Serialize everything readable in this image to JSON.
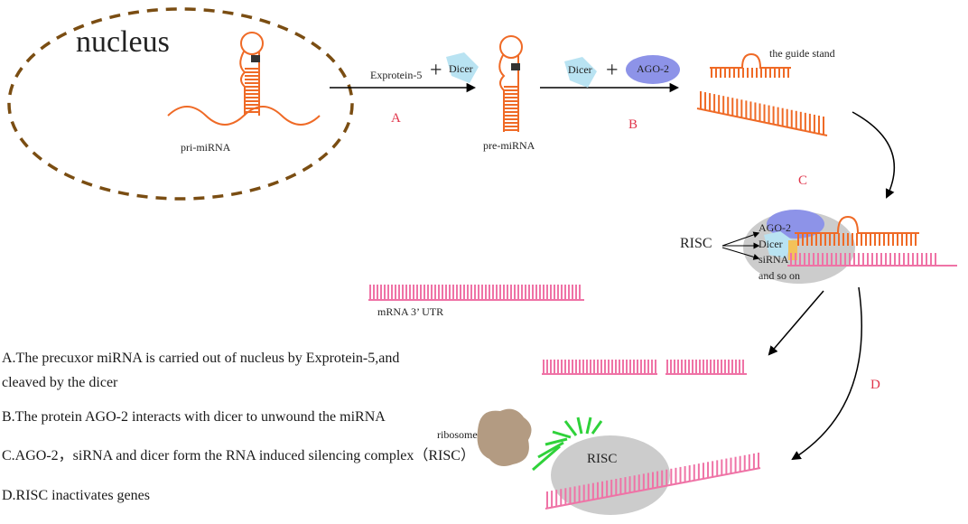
{
  "nucleus": {
    "label": "nucleus"
  },
  "pri_mirna": {
    "label": "pri-miRNA"
  },
  "step_a": {
    "protein_label": "Exprotein-5",
    "plus": "+",
    "dicer_label": "Dicer",
    "letter": "A"
  },
  "pre_mirna": {
    "label": "pre-miRNA"
  },
  "step_b": {
    "dicer_label": "Dicer",
    "plus": "+",
    "ago_label": "AGO-2",
    "letter": "B"
  },
  "guide": {
    "label": "the guide stand"
  },
  "step_c": {
    "letter": "C"
  },
  "risc_complex": {
    "label": "RISC",
    "ago_label": "AGO-2",
    "dicer_label": "Dicer",
    "sirna_label": "siRNA",
    "more_label": "and so on"
  },
  "mrna": {
    "label": "mRNA 3’ UTR"
  },
  "step_d": {
    "letter": "D"
  },
  "ribosome": {
    "label": "ribosome"
  },
  "risc_bottom": {
    "label": "RISC"
  },
  "notes": [
    "A.The precuxor miRNA is carried out of nucleus by Exprotein-5,and",
    "cleaved by  the dicer",
    "B.The protein AGO-2 interacts with dicer to unwound the miRNA",
    "C.AGO-2，siRNA and dicer form the RNA induced silencing complex（RISC）",
    "D.RISC inactivates genes"
  ],
  "colors": {
    "rna_orange": "#ef6a26",
    "mrna_pink": "#ef73a6",
    "dicer_blue": "#b9e3f2",
    "ago_purple": "#8d93e8",
    "risc_gray": "#cccccc",
    "nucleus_brown": "#7a4d12",
    "ribosome_tan": "#b39b82",
    "green_signal": "#2fd23a",
    "dark_square": "#333333",
    "yellow": "#f3c25a"
  }
}
